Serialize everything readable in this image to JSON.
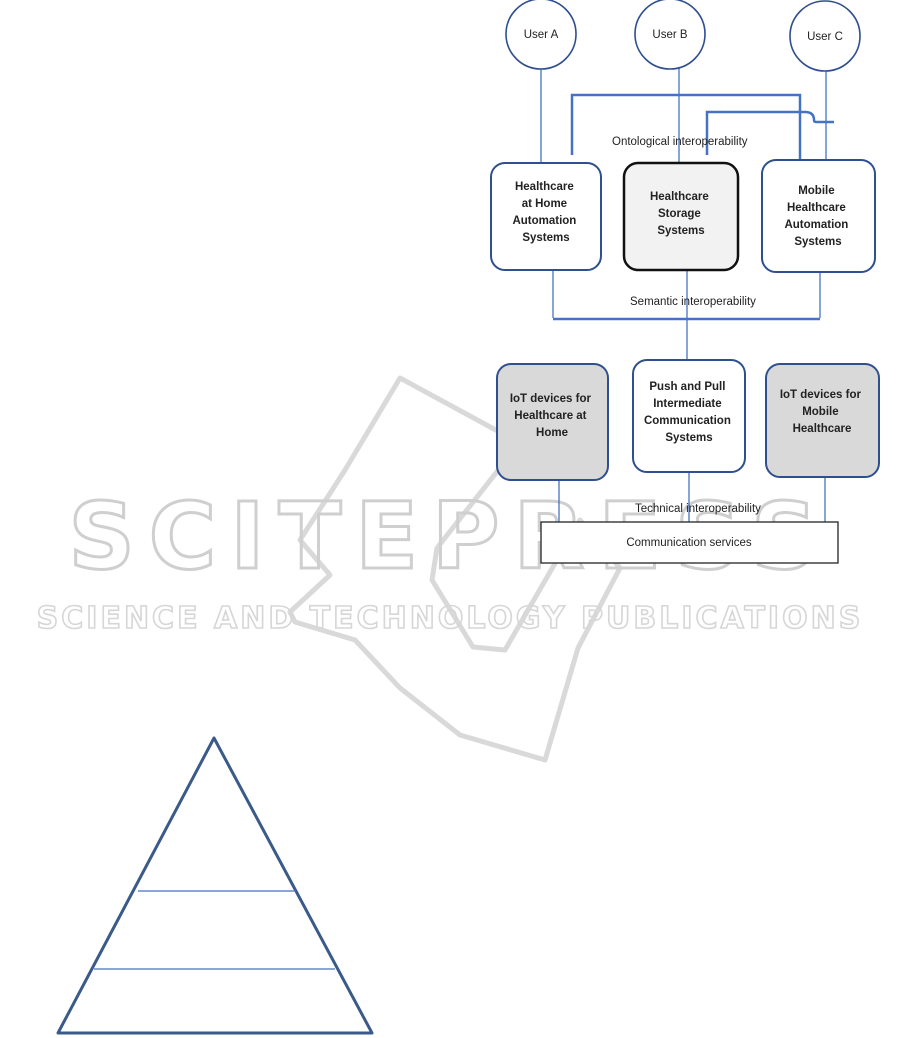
{
  "diagram": {
    "users": [
      "User A",
      "User B",
      "User C"
    ],
    "systems": {
      "home": [
        "Healthcare",
        "at Home",
        "Automation",
        "Systems"
      ],
      "storage": [
        "Healthcare",
        "Storage",
        "Systems"
      ],
      "mobile": [
        "Mobile",
        "Healthcare",
        "Automation",
        "Systems"
      ]
    },
    "devices": {
      "home": [
        "IoT  devices for",
        "Healthcare at",
        "Home"
      ],
      "push": [
        "Push and Pull",
        "Intermediate",
        "Communication",
        "Systems"
      ],
      "mobile": [
        "IoT devices for",
        "Mobile",
        "Healthcare"
      ]
    },
    "labels": {
      "ontological": "Ontological  interoperability",
      "semantic": "Semantic  interoperability",
      "technical": "Technical  interoperability"
    },
    "services": "Communication services",
    "colors": {
      "connector": "#4472c4",
      "box_border": "#2f4f8f",
      "storage_fill": "#f2f2f2",
      "device_fill": "#d9d9d9",
      "pyramid": "#3a5a8a"
    }
  },
  "watermark": {
    "brand": "SCITEPRESS",
    "tagline": "SCIENCE AND TECHNOLOGY PUBLICATIONS"
  }
}
